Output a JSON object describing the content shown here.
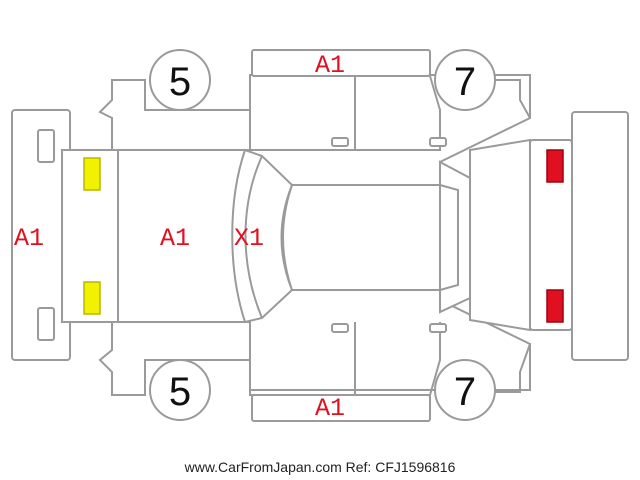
{
  "colors": {
    "outline": "#9a9a9a",
    "damage_text": "#e01020",
    "fog_lamp_yellow": "#f2f200",
    "tail_lamp_red": "#e01020",
    "number_text": "#111111"
  },
  "damage_marks": {
    "top_door": "A1",
    "bottom_door": "A1",
    "front_bumper": "A1",
    "hood": "A1",
    "windshield": "X1"
  },
  "wheel_scores": {
    "front_left": "5",
    "front_right": "5",
    "rear_left": "7",
    "rear_right": "7"
  },
  "footer": {
    "text": "www.CarFromJapan.com Ref: CFJ1596816"
  }
}
